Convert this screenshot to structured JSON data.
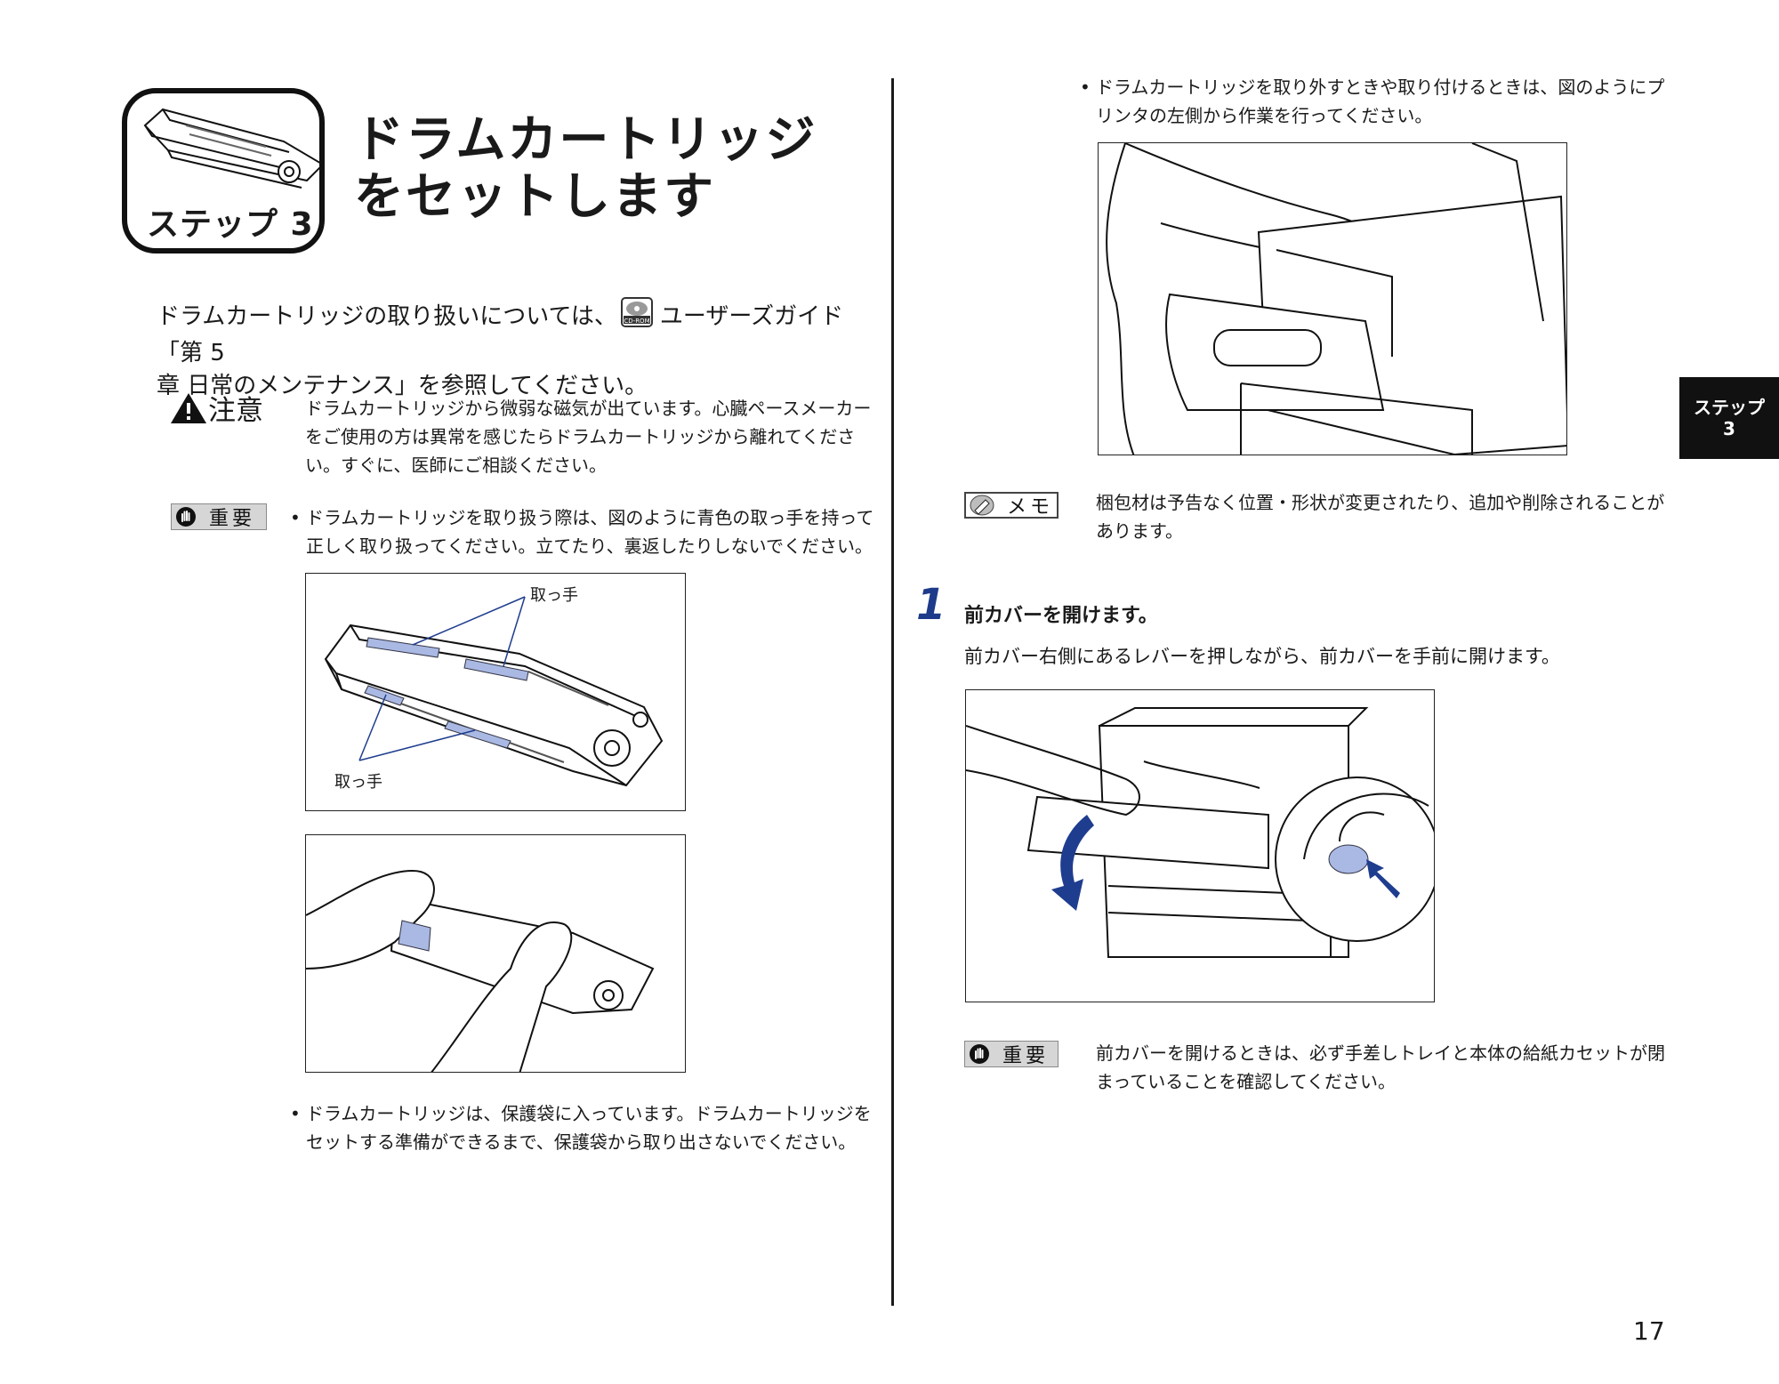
{
  "badge": {
    "label": "ステップ 3"
  },
  "title": {
    "line1": "ドラムカートリッジ",
    "line2": "をセットします"
  },
  "intro": {
    "part1": "ドラムカートリッジの取り扱いについては、",
    "part2": "ユーザーズガイド「第 5",
    "line2": "章 日常のメンテナンス」を参照してください。",
    "cd_icon_text": "CD-ROM"
  },
  "caution": {
    "head": "注意",
    "line1": "ドラムカートリッジから微弱な磁気が出ています。心臓ペースメーカー",
    "line2": "をご使用の方は異常を感じたらドラムカートリッジから離れてくださ",
    "line3": "い。すぐに、医師にご相談ください。"
  },
  "important1": {
    "tag": "重要",
    "line1": "ドラムカートリッジを取り扱う際は、図のように青色の取っ手を持って",
    "line2": "正しく取り扱ってください。立てたり、裏返したりしないでください。"
  },
  "fig1": {
    "label_top": "取っ手",
    "label_bottom": "取っ手"
  },
  "bullet2": {
    "line1": "ドラムカートリッジは、保護袋に入っています。ドラムカートリッジを",
    "line2": "セットする準備ができるまで、保護袋から取り出さないでください。"
  },
  "right_bullet": {
    "line1": "ドラムカートリッジを取り外すときや取り付けるときは、図のようにプ",
    "line2": "リンタの左側から作業を行ってください。"
  },
  "memo": {
    "tag": "メモ",
    "line1": "梱包材は予告なく位置・形状が変更されたり、追加や削除されることが",
    "line2": "あります。"
  },
  "step1": {
    "number": "1",
    "title": "前カバーを開けます。",
    "desc": "前カバー右側にあるレバーを押しながら、前カバーを手前に開けます。"
  },
  "important2": {
    "tag": "重要",
    "line1": "前カバーを開けるときは、必ず手差しトレイと本体の給紙カセットが閉",
    "line2": "まっていることを確認してください。"
  },
  "side_tab": {
    "line1": "ステップ",
    "line2": "3"
  },
  "page_number": "17",
  "colors": {
    "handle_blue": "#a9b9e3",
    "arrow_blue": "#1f3d8f",
    "tag_gray": "#d6d6d6"
  }
}
